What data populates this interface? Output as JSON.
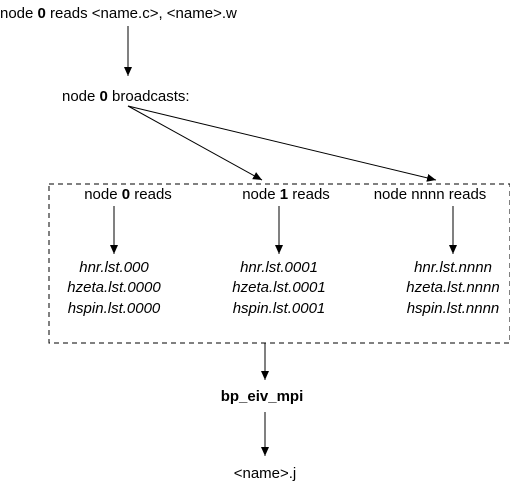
{
  "diagram": {
    "step1": {
      "prefix": "node ",
      "node": "0",
      "suffix": " reads <name.c>, <name>.w"
    },
    "step2": {
      "prefix": "node ",
      "node": "0",
      "suffix": " broadcasts:"
    },
    "columns": [
      {
        "header": {
          "prefix": "node ",
          "node": "0",
          "suffix": " reads"
        },
        "files": [
          "hnr.lst.000",
          "hzeta.lst.0000",
          "hspin.lst.0000"
        ]
      },
      {
        "header": {
          "prefix": "node ",
          "node": "1",
          "suffix": " reads"
        },
        "files": [
          "hnr.lst.0001",
          "hzeta.lst.0001",
          "hspin.lst.0001"
        ]
      },
      {
        "header": {
          "prefix": "node ",
          "node": "nnnn",
          "suffix": " reads"
        },
        "files": [
          "hnr.lst.nnnn",
          "hzeta.lst.nnnn",
          "hspin.lst.nnnn"
        ]
      }
    ],
    "program": "bp_eiv_mpi",
    "output": "<name>.j"
  }
}
